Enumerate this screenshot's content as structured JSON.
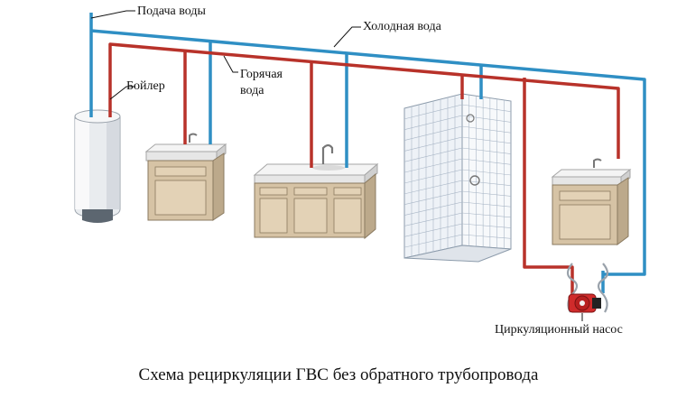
{
  "labels": {
    "water_supply": "Подача воды",
    "cold_water": "Холодная вода",
    "boiler": "Бойлер",
    "hot_water_line1": "Горячая",
    "hot_water_line2": "вода",
    "pump": "Циркуляционный насос"
  },
  "caption": "Схема рециркуляции ГВС без обратного трубопровода",
  "colors": {
    "cold_pipe": "#2f8fc4",
    "hot_pipe": "#b8322a",
    "cabinet": "#d6c3a5",
    "countertop": "#f1f1f1",
    "tile_grid": "#a9b6c6",
    "pump_body": "#d02b2b"
  },
  "icons": [
    "water-heater",
    "sink-cabinet",
    "vanity",
    "shower-stall",
    "circulation-pump"
  ]
}
